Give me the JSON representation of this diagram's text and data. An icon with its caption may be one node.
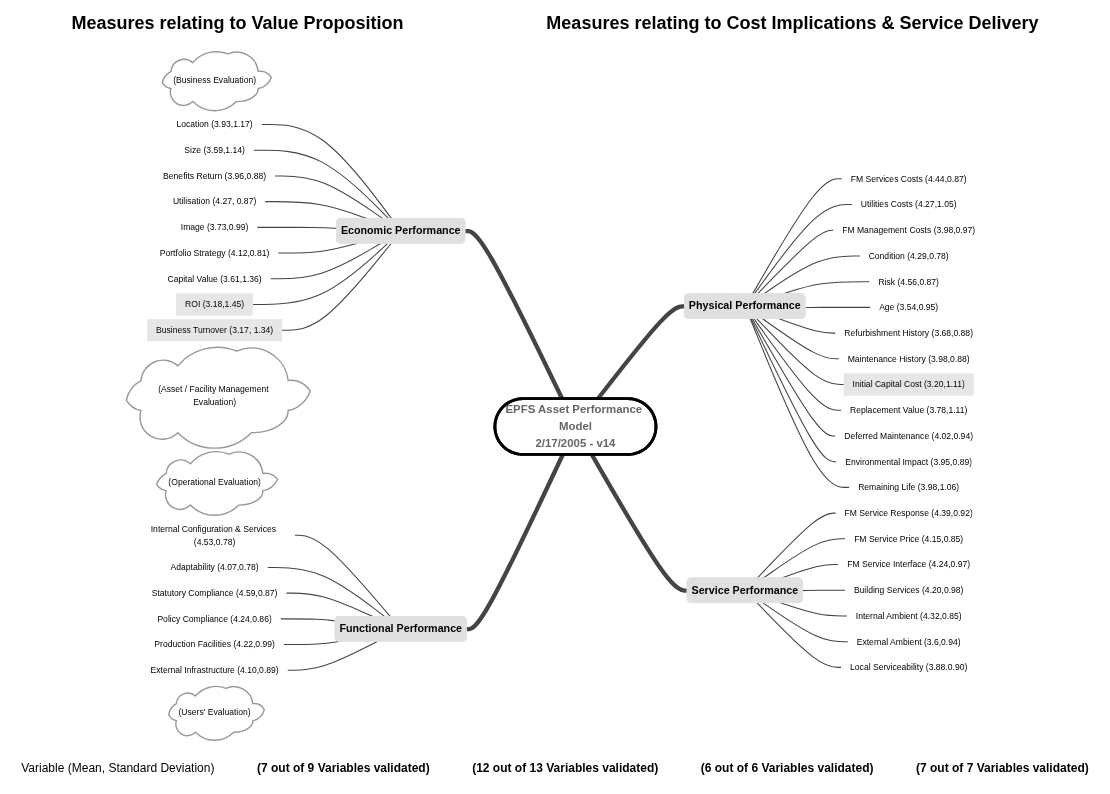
{
  "diagram": {
    "nodes": [
      {
        "text": [
          "EPFS Asset Performance Model",
          "2/17/2005 - v14"
        ]
      },
      {
        "text": [
          "Economic Performance"
        ]
      },
      {
        "text": [
          "(Business Evaluation)"
        ]
      },
      {
        "text": [
          "Location (3.93,1.17)"
        ]
      },
      {
        "text": [
          "Size (3.59,1.14)"
        ]
      },
      {
        "text": [
          "Benefits Return (3.96,0.88)"
        ]
      },
      {
        "text": [
          "Utilisation (4.27, 0.87)"
        ]
      },
      {
        "text": [
          "Image (3.73,0.99)"
        ]
      },
      {
        "text": [
          "Portfolio Strategy (4.12,0.81)"
        ]
      },
      {
        "text": [
          "Capital Value (3.61,1.36)"
        ]
      },
      {
        "text": [
          "ROI (3.18,1.45)"
        ]
      },
      {
        "text": [
          "Business Turnover (3.17, 1.34)"
        ]
      },
      {
        "text": [
          "Physical Performance"
        ]
      },
      {
        "text": [
          "(Asset / Facility Management Evaluation)"
        ]
      },
      {
        "text": [
          "FM Services Costs (4.44,0.87)"
        ]
      },
      {
        "text": [
          "Utilities Costs (4.27,1.05)"
        ]
      },
      {
        "text": [
          "FM Management Costs (3.98,0.97)"
        ]
      },
      {
        "text": [
          "Condition (4.29,0.78)"
        ]
      },
      {
        "text": [
          "Risk (4.56,0.87)"
        ]
      },
      {
        "text": [
          "Age (3.54,0.95)"
        ]
      },
      {
        "text": [
          "Refurbishment History (3.68,0.88)"
        ]
      },
      {
        "text": [
          "Maintenance History (3.98,0.88)"
        ]
      },
      {
        "text": [
          "Initial Capital Cost (3.20,1.11)"
        ]
      },
      {
        "text": [
          "Replacement Value (3.78,1.11)"
        ]
      },
      {
        "text": [
          "Deferred Maintenance (4.02,0.94)"
        ]
      },
      {
        "text": [
          "Environmental Impact (3.95,0.89)"
        ]
      },
      {
        "text": [
          "Remaining Life (3.98,1.06)"
        ]
      },
      {
        "text": [
          "Functional Performance"
        ]
      },
      {
        "text": [
          "(Operational Evaluation)"
        ]
      },
      {
        "text": [
          "Internal Configuration & Services (4.53,0.78)"
        ]
      },
      {
        "text": [
          "Adaptability (4.07,0.78)"
        ]
      },
      {
        "text": [
          "Statutory Compliance (4.59,0.87)"
        ]
      },
      {
        "text": [
          "Policy Compliance (4.24,0.86)"
        ]
      },
      {
        "text": [
          "Production Facilities (4.22,0.99)"
        ]
      },
      {
        "text": [
          "External Infrastructure (4.10,0.89)"
        ]
      },
      {
        "text": [
          "Service Performance"
        ]
      },
      {
        "text": [
          "(Users' Evaluation)"
        ]
      },
      {
        "text": [
          "FM Service Response (4.39,0.92)"
        ]
      },
      {
        "text": [
          "FM Service Price (4.15,0.85)"
        ]
      },
      {
        "text": [
          "FM Service Interface (4.24,0.97)"
        ]
      },
      {
        "text": [
          "Building Services (4.20,0.98)"
        ]
      },
      {
        "text": [
          "Internal Ambient (4.32,0.85)"
        ]
      },
      {
        "text": [
          "External Ambient (3.6,0.94)"
        ]
      },
      {
        "text": [
          "Local Serviceability (3.88.0.90)"
        ]
      }
    ],
    "edges": [
      {
        "from": 1,
        "to": 0,
        "arrow": "none",
        "style": "thick"
      },
      {
        "from": 0,
        "to": 12,
        "arrow": "none",
        "style": "thick"
      },
      {
        "from": 27,
        "to": 0,
        "arrow": "none",
        "style": "thick"
      },
      {
        "from": 0,
        "to": 35,
        "arrow": "none",
        "style": "thick"
      },
      {
        "from": 3,
        "to": 1,
        "arrow": "none"
      },
      {
        "from": 4,
        "to": 1,
        "arrow": "none"
      },
      {
        "from": 5,
        "to": 1,
        "arrow": "none"
      },
      {
        "from": 6,
        "to": 1,
        "arrow": "none"
      },
      {
        "from": 7,
        "to": 1,
        "arrow": "none"
      },
      {
        "from": 8,
        "to": 1,
        "arrow": "none"
      },
      {
        "from": 9,
        "to": 1,
        "arrow": "none"
      },
      {
        "from": 10,
        "to": 1,
        "arrow": "none"
      },
      {
        "from": 11,
        "to": 1,
        "arrow": "none"
      },
      {
        "from": 12,
        "to": 14,
        "arrow": "none"
      },
      {
        "from": 12,
        "to": 15,
        "arrow": "none"
      },
      {
        "from": 12,
        "to": 16,
        "arrow": "none"
      },
      {
        "from": 12,
        "to": 17,
        "arrow": "none"
      },
      {
        "from": 12,
        "to": 18,
        "arrow": "none"
      },
      {
        "from": 12,
        "to": 19,
        "arrow": "none"
      },
      {
        "from": 12,
        "to": 20,
        "arrow": "none"
      },
      {
        "from": 12,
        "to": 21,
        "arrow": "none"
      },
      {
        "from": 12,
        "to": 22,
        "arrow": "none"
      },
      {
        "from": 12,
        "to": 23,
        "arrow": "none"
      },
      {
        "from": 12,
        "to": 24,
        "arrow": "none"
      },
      {
        "from": 12,
        "to": 25,
        "arrow": "none"
      },
      {
        "from": 12,
        "to": 26,
        "arrow": "none"
      },
      {
        "from": 29,
        "to": 27,
        "arrow": "none"
      },
      {
        "from": 30,
        "to": 27,
        "arrow": "none"
      },
      {
        "from": 31,
        "to": 27,
        "arrow": "none"
      },
      {
        "from": 32,
        "to": 27,
        "arrow": "none"
      },
      {
        "from": 33,
        "to": 27,
        "arrow": "none"
      },
      {
        "from": 34,
        "to": 27,
        "arrow": "none"
      },
      {
        "from": 35,
        "to": 37,
        "arrow": "none"
      },
      {
        "from": 35,
        "to": 38,
        "arrow": "none"
      },
      {
        "from": 35,
        "to": 39,
        "arrow": "none"
      },
      {
        "from": 35,
        "to": 40,
        "arrow": "none"
      },
      {
        "from": 35,
        "to": 41,
        "arrow": "none"
      },
      {
        "from": 35,
        "to": 42,
        "arrow": "none"
      },
      {
        "from": 35,
        "to": 43,
        "arrow": "none"
      }
    ],
    "labels": [
      "Measures relating to Value Proposition",
      "Measures relating to Cost Implications & Service Delivery",
      "Variable (Mean, Standard Deviation)",
      "(7 out of 9 Variables validated)",
      "(12 out of 13 Variables validated)",
      "(6 out of 6 Variables validated)",
      "(7 out of 7 Variables validated)"
    ]
  }
}
